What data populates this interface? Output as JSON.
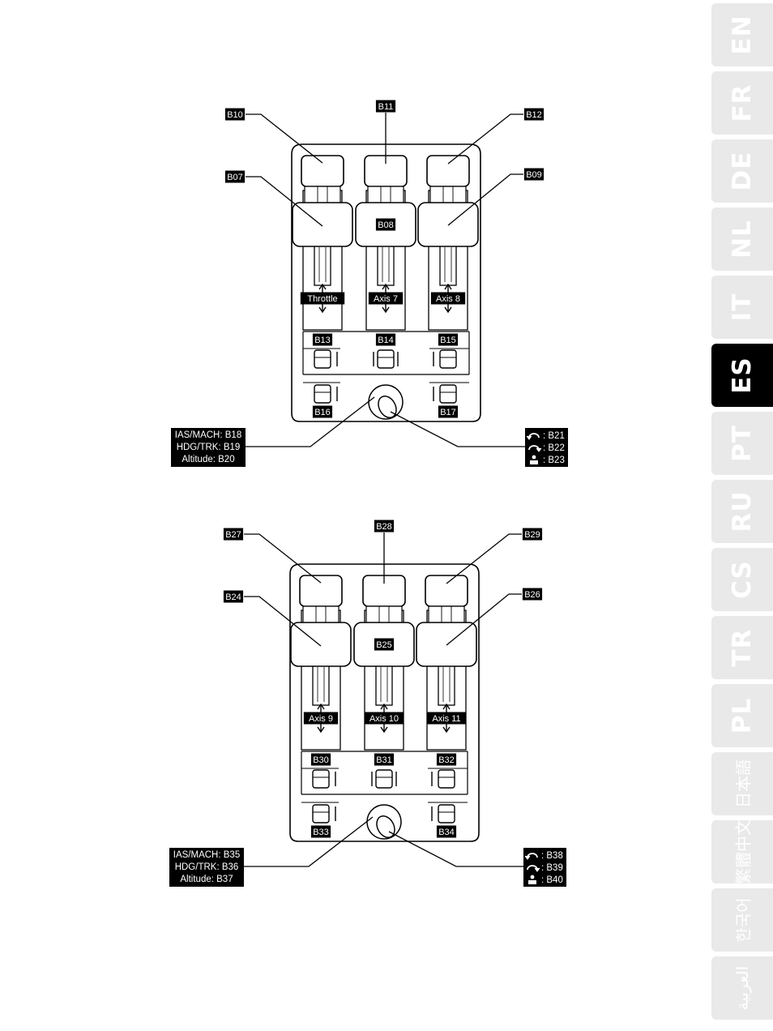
{
  "languages": [
    {
      "code": "EN",
      "active": false
    },
    {
      "code": "FR",
      "active": false
    },
    {
      "code": "DE",
      "active": false
    },
    {
      "code": "NL",
      "active": false
    },
    {
      "code": "IT",
      "active": false
    },
    {
      "code": "ES",
      "active": true
    },
    {
      "code": "PT",
      "active": false
    },
    {
      "code": "RU",
      "active": false
    },
    {
      "code": "CS",
      "active": false
    },
    {
      "code": "TR",
      "active": false
    },
    {
      "code": "PL",
      "active": false
    },
    {
      "code": "日本語",
      "active": false
    },
    {
      "code": "繁體中文",
      "active": false
    },
    {
      "code": "한국어",
      "active": false
    },
    {
      "code": "العربية",
      "active": false
    }
  ],
  "panels": [
    {
      "levers_top": [
        "B10",
        "B11",
        "B12"
      ],
      "levers_bottom": [
        "B07",
        "B08",
        "B09"
      ],
      "axes": [
        "Throttle",
        "Axis 7",
        "Axis 8"
      ],
      "upper_buttons": [
        "B13",
        "B14",
        "B15"
      ],
      "lower_buttons": [
        "B16",
        "B17"
      ],
      "knob_lines": [
        "IAS/MACH: B18",
        "HDG/TRK: B19",
        "Altitude: B20"
      ],
      "knob_actions": [
        {
          "icon": "rotate-left-icon",
          "text": ": B21"
        },
        {
          "icon": "rotate-right-icon",
          "text": ": B22"
        },
        {
          "icon": "push-icon",
          "text": ": B23"
        }
      ]
    },
    {
      "levers_top": [
        "B27",
        "B28",
        "B29"
      ],
      "levers_bottom": [
        "B24",
        "B25",
        "B26"
      ],
      "axes": [
        "Axis 9",
        "Axis 10",
        "Axis 11"
      ],
      "upper_buttons": [
        "B30",
        "B31",
        "B32"
      ],
      "lower_buttons": [
        "B33",
        "B34"
      ],
      "knob_lines": [
        "IAS/MACH: B35",
        "HDG/TRK: B36",
        "Altitude: B37"
      ],
      "knob_actions": [
        {
          "icon": "rotate-left-icon",
          "text": ": B38"
        },
        {
          "icon": "rotate-right-icon",
          "text": ": B39"
        },
        {
          "icon": "push-icon",
          "text": ": B40"
        }
      ]
    }
  ]
}
